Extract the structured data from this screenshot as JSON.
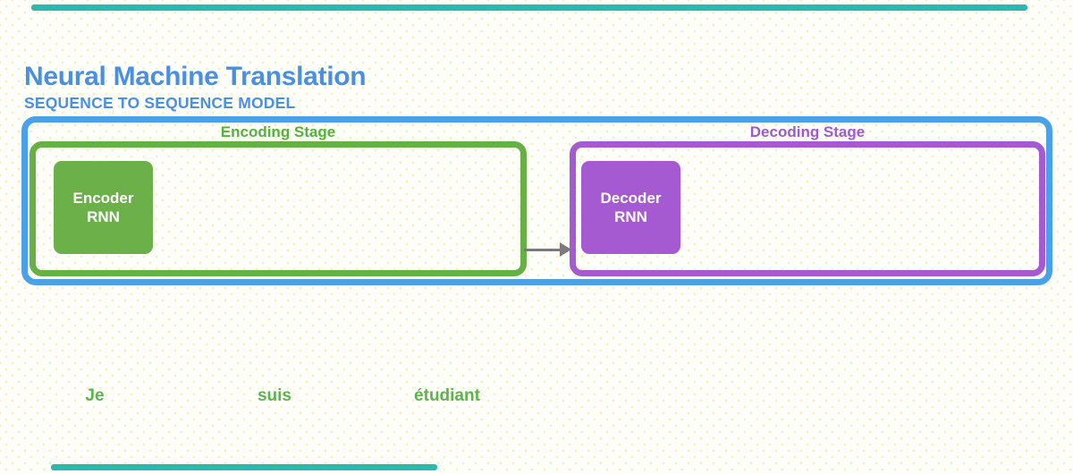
{
  "page": {
    "background_color": "#fdfdfa",
    "background_dot_color": "#eee982"
  },
  "decoration": {
    "teal_bar_color": "#2db8ae",
    "top_bar": "animation-bar",
    "bottom_bar": "animation-bar"
  },
  "header": {
    "title": "Neural Machine Translation",
    "subtitle": "SEQUENCE TO SEQUENCE MODEL",
    "title_color": "#4a90e2"
  },
  "diagram": {
    "container_border_color": "#4ba1e8",
    "arrow_color": "#7a7a7a",
    "encoding": {
      "label": "Encoding Stage",
      "label_color": "#54b13a",
      "box_border_color": "#67b045",
      "node": {
        "line1": "Encoder",
        "line2": "RNN",
        "fill_color": "#6cb04a",
        "text_color": "#ffffff"
      }
    },
    "decoding": {
      "label": "Decoding Stage",
      "label_color": "#9c5ad0",
      "box_border_color": "#a55ad2",
      "node": {
        "line1": "Decoder",
        "line2": "RNN",
        "fill_color": "#a55ad2",
        "text_color": "#ffffff"
      }
    }
  },
  "input_words": [
    {
      "text": "Je"
    },
    {
      "text": "suis"
    },
    {
      "text": "étudiant"
    }
  ],
  "input_words_color": "#5cb44d"
}
